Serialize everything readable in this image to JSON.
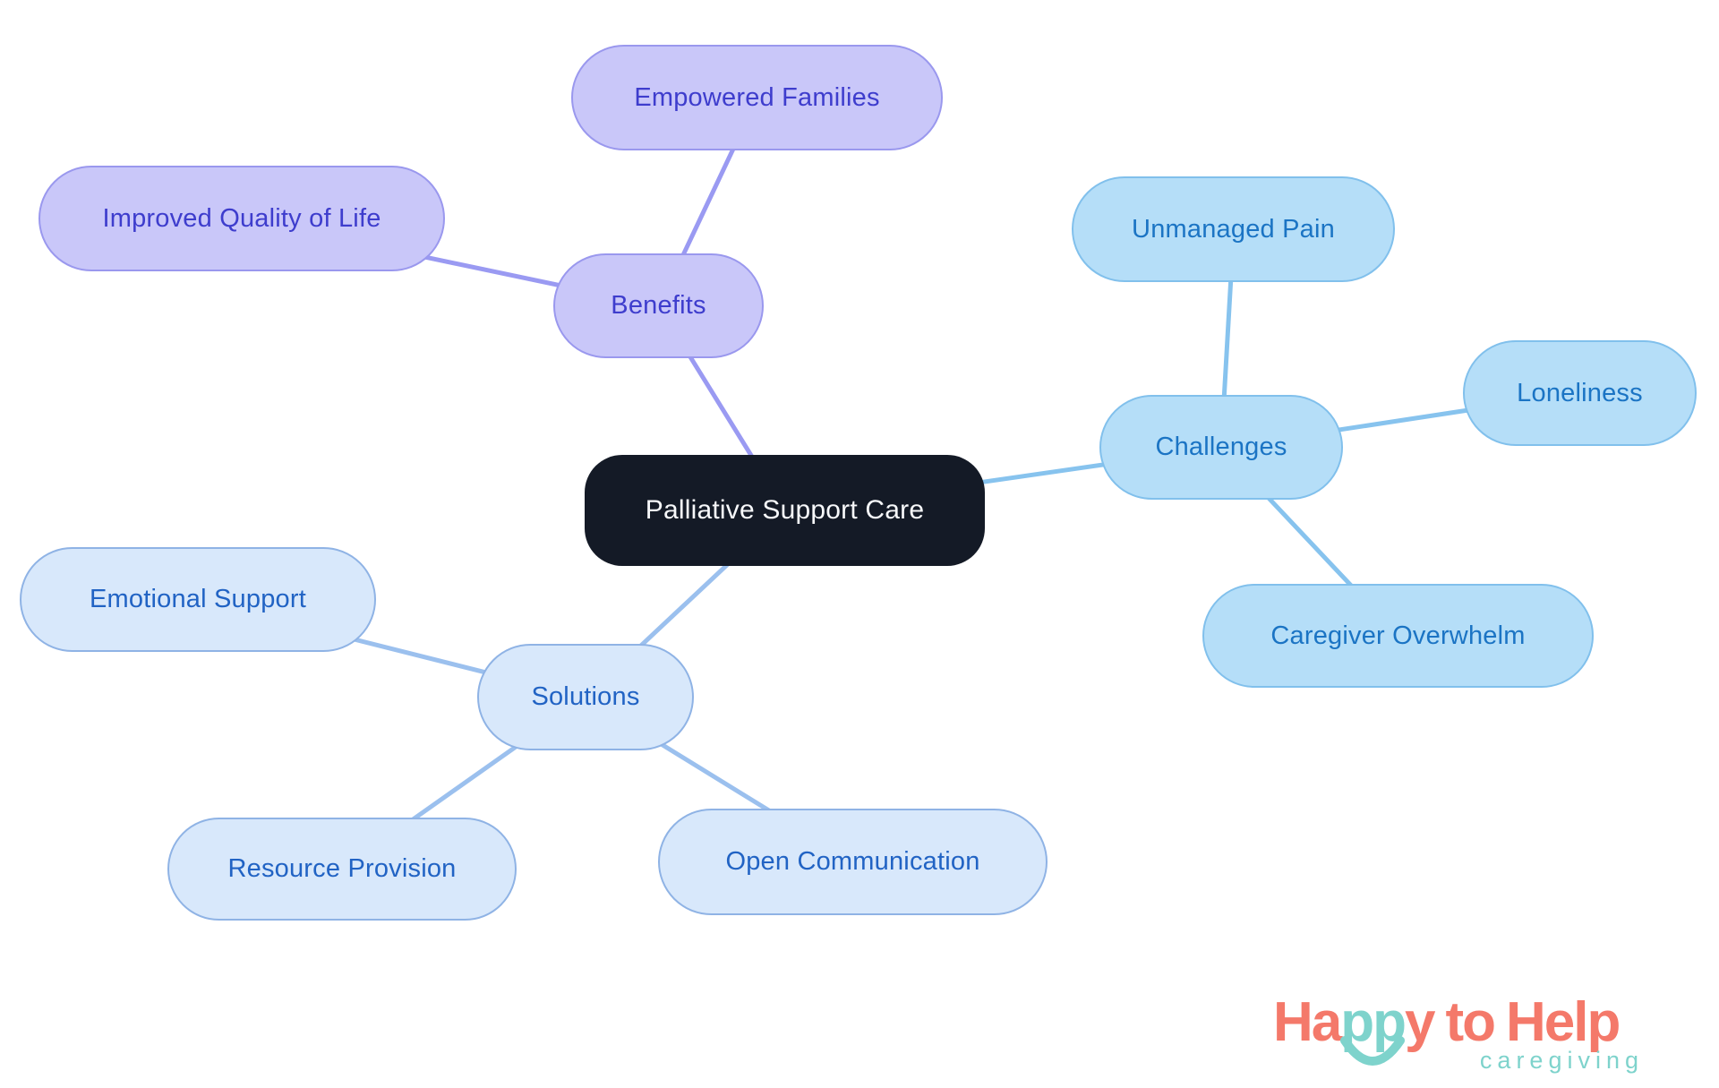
{
  "diagram": {
    "center": {
      "label": "Palliative Support Care",
      "fill": "#141a26",
      "text_color": "#f7f8fa"
    },
    "branches": [
      {
        "label": "Benefits",
        "fill": "#c9c7f9",
        "border": "#9a98ee",
        "text_color": "#3e3dcd",
        "line_color": "#9a9af2",
        "children": [
          {
            "label": "Empowered Families"
          },
          {
            "label": "Improved Quality of Life"
          }
        ]
      },
      {
        "label": "Challenges",
        "fill": "#b5def8",
        "border": "#81c0ec",
        "text_color": "#1b74c4",
        "line_color": "#87c3ee",
        "children": [
          {
            "label": "Unmanaged Pain"
          },
          {
            "label": "Loneliness"
          },
          {
            "label": "Caregiver Overwhelm"
          }
        ]
      },
      {
        "label": "Solutions",
        "fill": "#d8e8fb",
        "border": "#8fb3e5",
        "text_color": "#2163c4",
        "line_color": "#9bc0ee",
        "children": [
          {
            "label": "Emotional Support"
          },
          {
            "label": "Resource Provision"
          },
          {
            "label": "Open Communication"
          }
        ]
      }
    ]
  },
  "logo": {
    "happy_ha": "Ha",
    "happy_pp": "pp",
    "happy_y": "y",
    "to": "to",
    "help": "Help",
    "subtitle": "caregiving",
    "coral": "#f4796a",
    "teal": "#7ed3cc"
  }
}
